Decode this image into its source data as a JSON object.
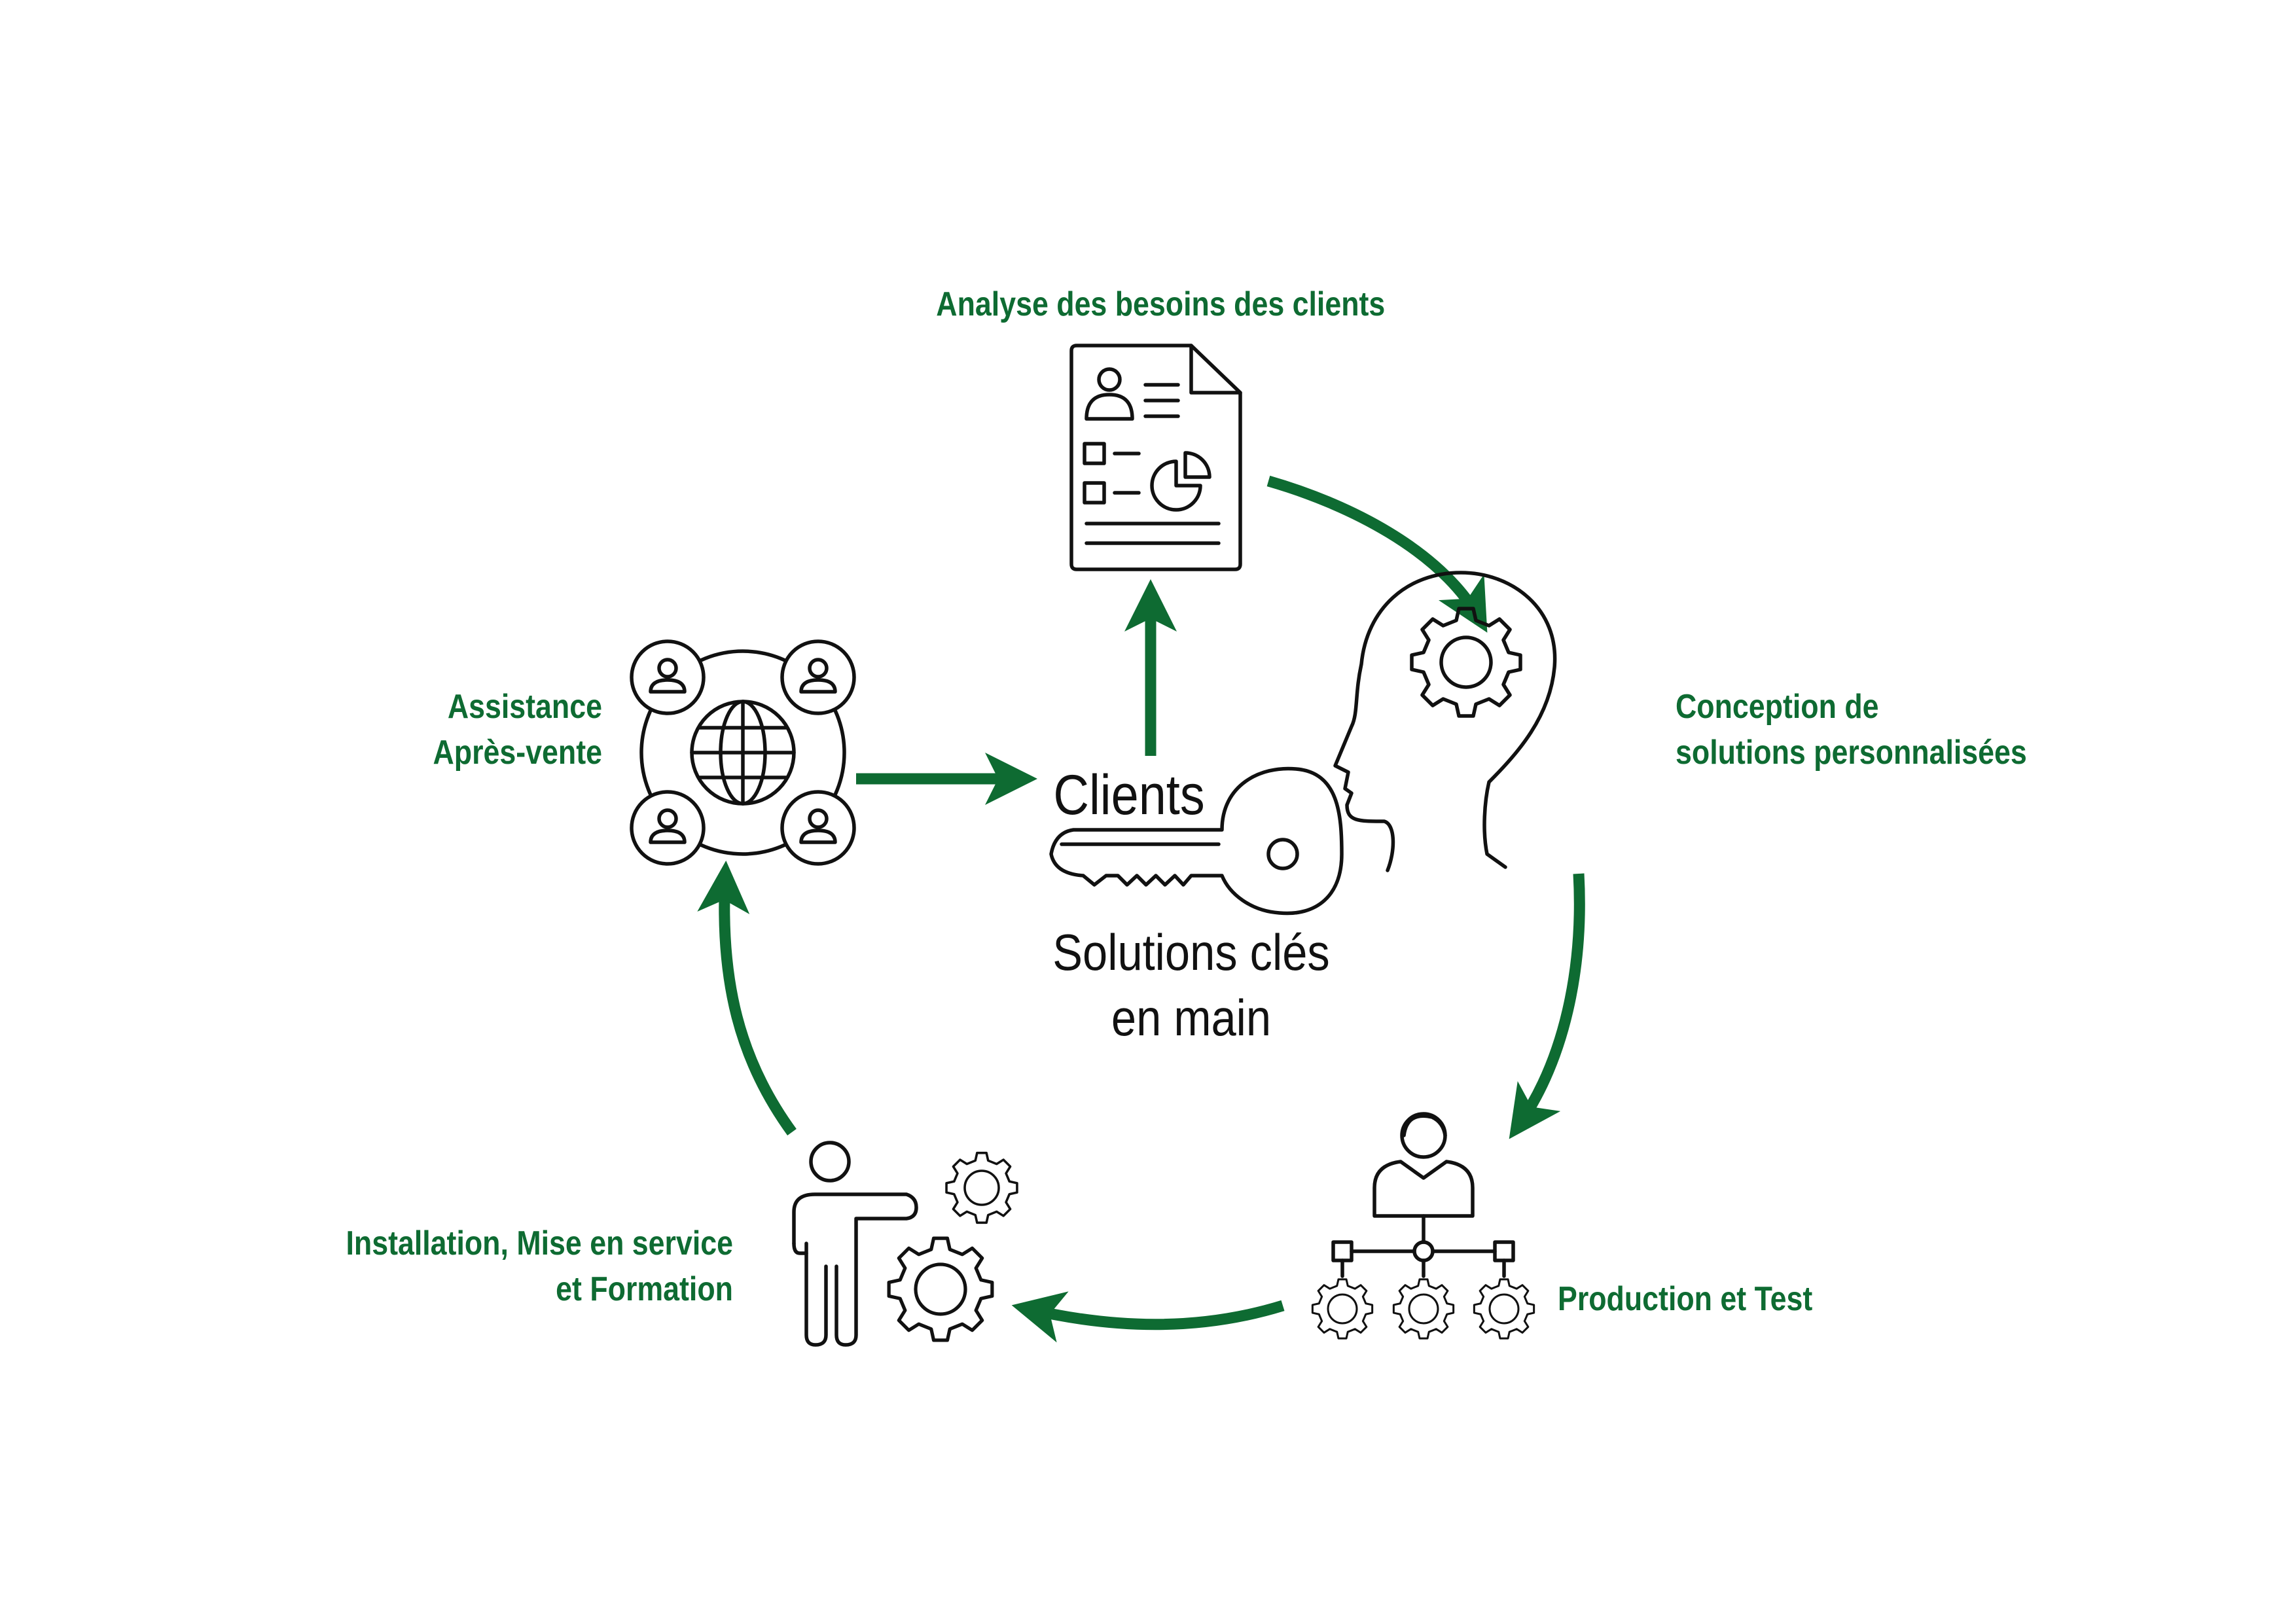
{
  "colors": {
    "accent": "#0e6b32",
    "icon": "#111111",
    "background": "#ffffff"
  },
  "center": {
    "title": "Clients",
    "subtitle_line1": "Solutions clés",
    "subtitle_line2": "en main",
    "icon": "key-icon"
  },
  "steps": [
    {
      "id": "analyse",
      "lines": [
        "Analyse des besoins des clients"
      ],
      "icon": "document-report-icon"
    },
    {
      "id": "conception",
      "lines": [
        "Conception de",
        "solutions personnalisées"
      ],
      "icon": "head-gear-icon"
    },
    {
      "id": "production",
      "lines": [
        "Production et Test"
      ],
      "icon": "person-network-gears-icon"
    },
    {
      "id": "installation",
      "lines": [
        "Installation, Mise en service",
        "et Formation"
      ],
      "icon": "person-presenting-gears-icon"
    },
    {
      "id": "assistance",
      "lines": [
        "Assistance",
        "Après-vente"
      ],
      "icon": "global-network-users-icon"
    }
  ]
}
